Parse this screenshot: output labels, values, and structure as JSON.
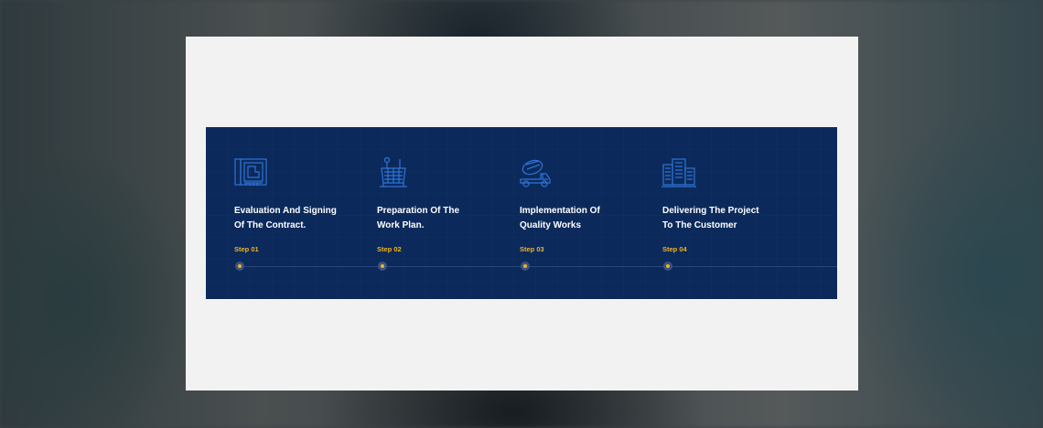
{
  "colors": {
    "panel_bg": "#0b2a5b",
    "icon_stroke": "#2f74d6",
    "step_label": "#f2b21b",
    "title_text": "#ffffff",
    "modal_bg": "#f2f2f2"
  },
  "steps": [
    {
      "icon": "blueprint-icon",
      "title_line1": "Evaluation And Signing",
      "title_line2": "Of The Contract.",
      "label": "Step 01"
    },
    {
      "icon": "plan-board-icon",
      "title_line1": "Preparation Of The",
      "title_line2": "Work Plan.",
      "label": "Step 02"
    },
    {
      "icon": "concrete-mixer-truck-icon",
      "title_line1": "Implementation Of",
      "title_line2": "Quality Works",
      "label": "Step 03"
    },
    {
      "icon": "building-delivery-icon",
      "title_line1": "Delivering The Project",
      "title_line2": "To The Customer",
      "label": "Step 04"
    }
  ]
}
